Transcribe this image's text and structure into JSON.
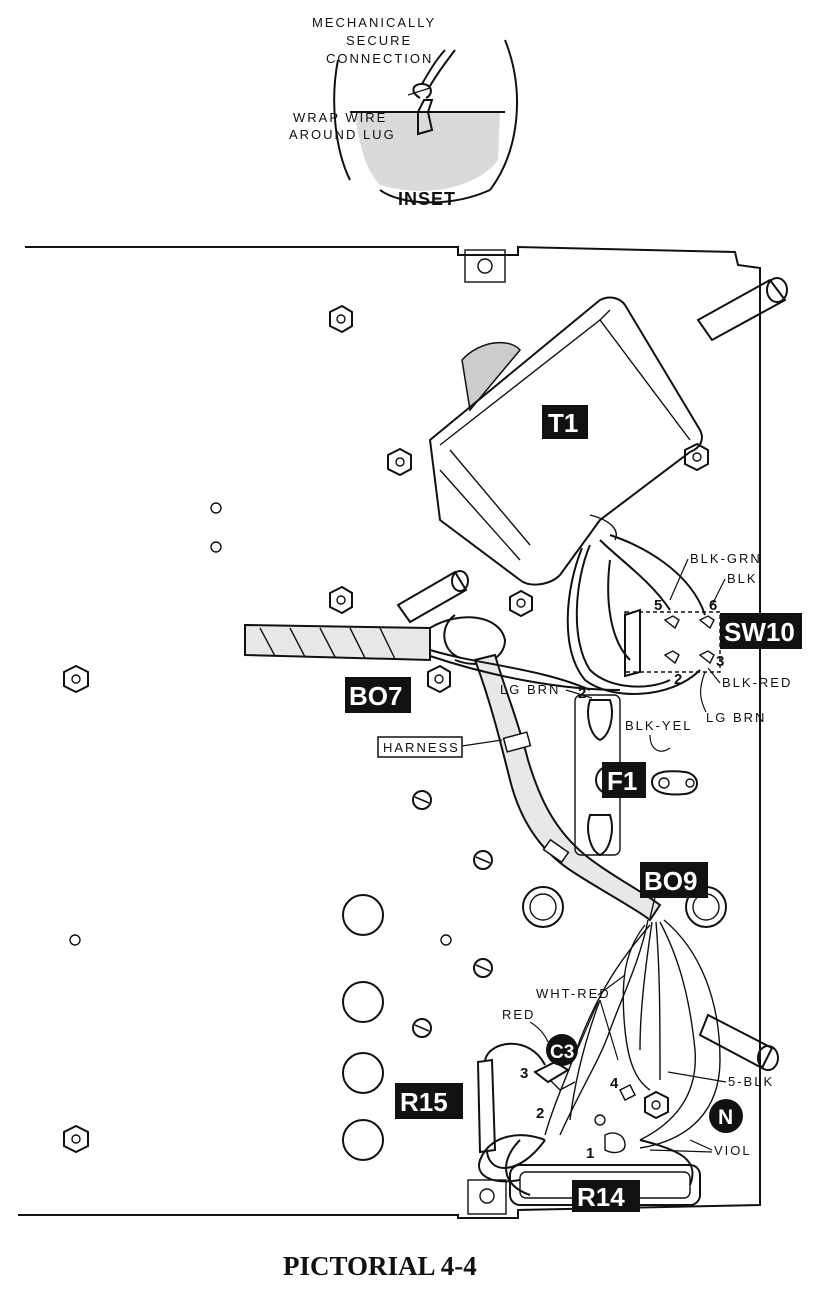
{
  "inset": {
    "note_top": [
      "MECHANICALLY",
      "SECURE",
      "CONNECTION"
    ],
    "note_wrap": [
      "WRAP WIRE",
      "AROUND LUG"
    ],
    "title": "INSET"
  },
  "components": {
    "t1": "T1",
    "sw10": "SW10",
    "b07": "BO7",
    "f1": "F1",
    "b09": "BO9",
    "c3": "C3",
    "r15": "R15",
    "r14": "R14",
    "n": "N"
  },
  "wire_labels": {
    "blk_grn": "BLK-GRN",
    "blk": "BLK",
    "blk_red": "BLK-RED",
    "lg_brn_left": "LG BRN",
    "lg_brn_right": "LG BRN",
    "blk_yel": "BLK-YEL",
    "harness": "HARNESS",
    "wht_red": "WHT-RED",
    "red": "RED",
    "five_blk": "5-BLK",
    "viol": "VIOL"
  },
  "lug_numbers": {
    "sw_5": "5",
    "sw_6": "6",
    "sw_3": "3",
    "sw_2": "2",
    "f1_2": "2",
    "c3_3": "3",
    "c3_2": "2",
    "c3_1": "1",
    "n_4": "4"
  },
  "caption": "PICTORIAL 4-4"
}
